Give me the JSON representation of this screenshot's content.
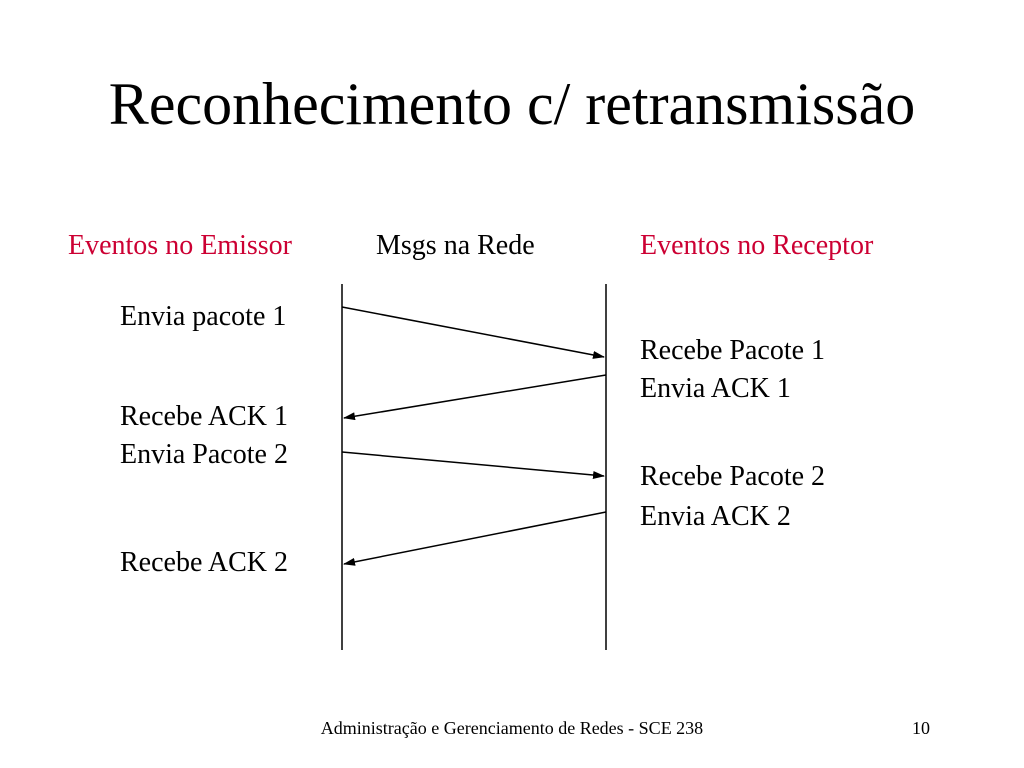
{
  "slide": {
    "title": "Reconhecimento c/ retransmissão"
  },
  "headers": {
    "sender": "Eventos no Emissor",
    "network": "Msgs na Rede",
    "receiver": "Eventos no Receptor"
  },
  "sender_events": [
    [
      "Envia pacote 1"
    ],
    [
      "Recebe ACK 1",
      "Envia Pacote 2"
    ],
    [
      "Recebe ACK 2"
    ]
  ],
  "receiver_events": [
    [
      "Recebe Pacote 1",
      "Envia ACK 1"
    ],
    [
      "Recebe Pacote 2",
      "Envia ACK 2"
    ]
  ],
  "messages": [
    {
      "from": "sender",
      "to": "receiver",
      "order": 1
    },
    {
      "from": "receiver",
      "to": "sender",
      "order": 2
    },
    {
      "from": "sender",
      "to": "receiver",
      "order": 3
    },
    {
      "from": "receiver",
      "to": "sender",
      "order": 4
    }
  ],
  "colors": {
    "header_accent": "#cc0033",
    "text": "#000000",
    "line": "#000000"
  },
  "footer": {
    "text": "Administração e Gerenciamento de Redes - SCE 238",
    "page_number": "10"
  }
}
